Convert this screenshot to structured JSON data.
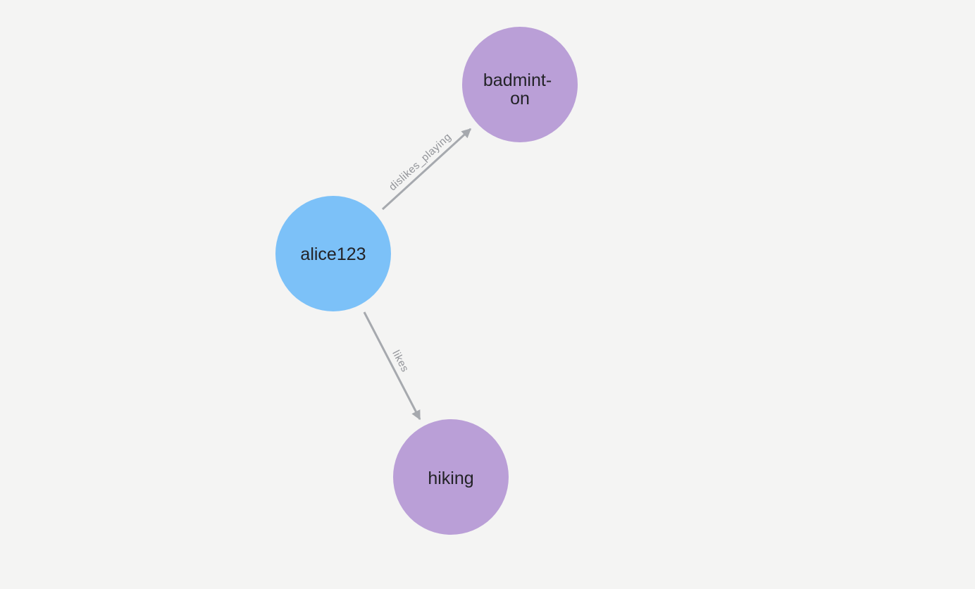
{
  "canvas": {
    "background": "#f4f4f3"
  },
  "graph": {
    "nodes": [
      {
        "id": "alice123",
        "label": "alice123",
        "lines": [
          "alice123"
        ],
        "color": "#7cc1f8",
        "text_color": "#232327"
      },
      {
        "id": "badminton",
        "label": "badminton",
        "lines": [
          "badmint-",
          "on"
        ],
        "color": "#ba9fd7",
        "text_color": "#232327"
      },
      {
        "id": "hiking",
        "label": "hiking",
        "lines": [
          "hiking"
        ],
        "color": "#ba9fd7",
        "text_color": "#232327"
      }
    ],
    "edges": [
      {
        "from": "alice123",
        "to": "badminton",
        "label": "dislikes_playing",
        "line_color": "#a6a9ae",
        "label_color": "#919398"
      },
      {
        "from": "alice123",
        "to": "hiking",
        "label": "likes",
        "line_color": "#a6a9ae",
        "label_color": "#919398"
      }
    ]
  }
}
